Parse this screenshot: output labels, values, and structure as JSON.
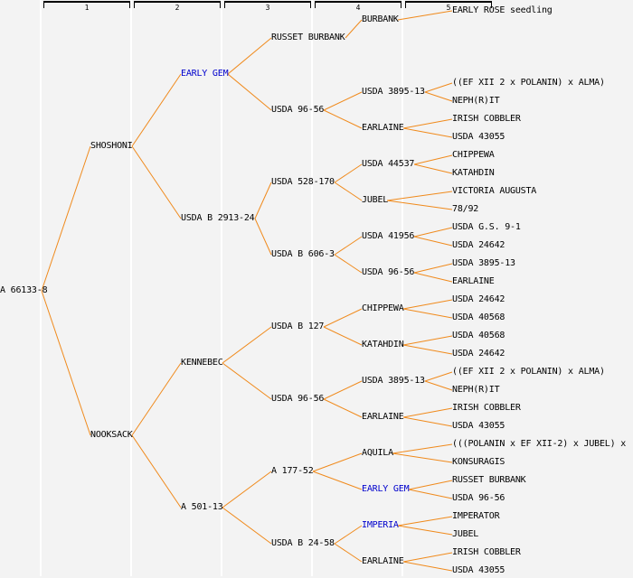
{
  "colors": {
    "background": "#f3f3f3",
    "line": "#f08a1c",
    "text": "#000000",
    "linked_text": "#0000cc",
    "separator": "#ffffff"
  },
  "generations": [
    "1",
    "2",
    "3",
    "4",
    "5"
  ],
  "pedigree": {
    "name": "A 66133-8",
    "parents": [
      {
        "name": "SHOSHONI",
        "parents": [
          {
            "name": "EARLY GEM",
            "linked": true,
            "parents": [
              {
                "name": "RUSSET BURBANK",
                "parents": [
                  {
                    "name": "BURBANK",
                    "parents": [
                      {
                        "name": "EARLY ROSE seedling"
                      }
                    ]
                  }
                ]
              },
              {
                "name": "USDA 96-56",
                "parents": [
                  {
                    "name": "USDA 3895-13",
                    "parents": [
                      {
                        "name": "((EF XII 2 x POLANIN) x ALMA)"
                      },
                      {
                        "name": "NEPH(R)IT"
                      }
                    ]
                  },
                  {
                    "name": "EARLAINE",
                    "parents": [
                      {
                        "name": "IRISH COBBLER"
                      },
                      {
                        "name": "USDA 43055"
                      }
                    ]
                  }
                ]
              }
            ]
          },
          {
            "name": "USDA B 2913-24",
            "parents": [
              {
                "name": "USDA 528-170",
                "parents": [
                  {
                    "name": "USDA 44537",
                    "parents": [
                      {
                        "name": "CHIPPEWA"
                      },
                      {
                        "name": "KATAHDIN"
                      }
                    ]
                  },
                  {
                    "name": "JUBEL",
                    "parents": [
                      {
                        "name": "VICTORIA AUGUSTA"
                      },
                      {
                        "name": "78/92"
                      }
                    ]
                  }
                ]
              },
              {
                "name": "USDA B 606-3",
                "parents": [
                  {
                    "name": "USDA 41956",
                    "parents": [
                      {
                        "name": "USDA G.S. 9-1"
                      },
                      {
                        "name": "USDA 24642"
                      }
                    ]
                  },
                  {
                    "name": "USDA 96-56",
                    "parents": [
                      {
                        "name": "USDA 3895-13"
                      },
                      {
                        "name": "EARLAINE"
                      }
                    ]
                  }
                ]
              }
            ]
          }
        ]
      },
      {
        "name": "NOOKSACK",
        "parents": [
          {
            "name": "KENNEBEC",
            "parents": [
              {
                "name": "USDA B 127",
                "parents": [
                  {
                    "name": "CHIPPEWA",
                    "parents": [
                      {
                        "name": "USDA 24642"
                      },
                      {
                        "name": "USDA 40568"
                      }
                    ]
                  },
                  {
                    "name": "KATAHDIN",
                    "parents": [
                      {
                        "name": "USDA 40568"
                      },
                      {
                        "name": "USDA 24642"
                      }
                    ]
                  }
                ]
              },
              {
                "name": "USDA 96-56",
                "parents": [
                  {
                    "name": "USDA 3895-13",
                    "parents": [
                      {
                        "name": "((EF XII 2 x POLANIN) x ALMA)"
                      },
                      {
                        "name": "NEPH(R)IT"
                      }
                    ]
                  },
                  {
                    "name": "EARLAINE",
                    "parents": [
                      {
                        "name": "IRISH COBBLER"
                      },
                      {
                        "name": "USDA 43055"
                      }
                    ]
                  }
                ]
              }
            ]
          },
          {
            "name": "A 501-13",
            "parents": [
              {
                "name": "A 177-52",
                "parents": [
                  {
                    "name": "AQUILA",
                    "parents": [
                      {
                        "name": "(((POLANIN x EF XII-2) x JUBEL) x"
                      },
                      {
                        "name": "KONSURAGIS"
                      }
                    ]
                  },
                  {
                    "name": "EARLY GEM",
                    "linked": true,
                    "parents": [
                      {
                        "name": "RUSSET BURBANK"
                      },
                      {
                        "name": "USDA 96-56"
                      }
                    ]
                  }
                ]
              },
              {
                "name": "USDA B 24-58",
                "parents": [
                  {
                    "name": "IMPERIA",
                    "linked": true,
                    "parents": [
                      {
                        "name": "IMPERATOR"
                      },
                      {
                        "name": "JUBEL"
                      }
                    ]
                  },
                  {
                    "name": "EARLAINE",
                    "parents": [
                      {
                        "name": "IRISH COBBLER"
                      },
                      {
                        "name": "USDA 43055"
                      }
                    ]
                  }
                ]
              }
            ]
          }
        ]
      }
    ]
  }
}
